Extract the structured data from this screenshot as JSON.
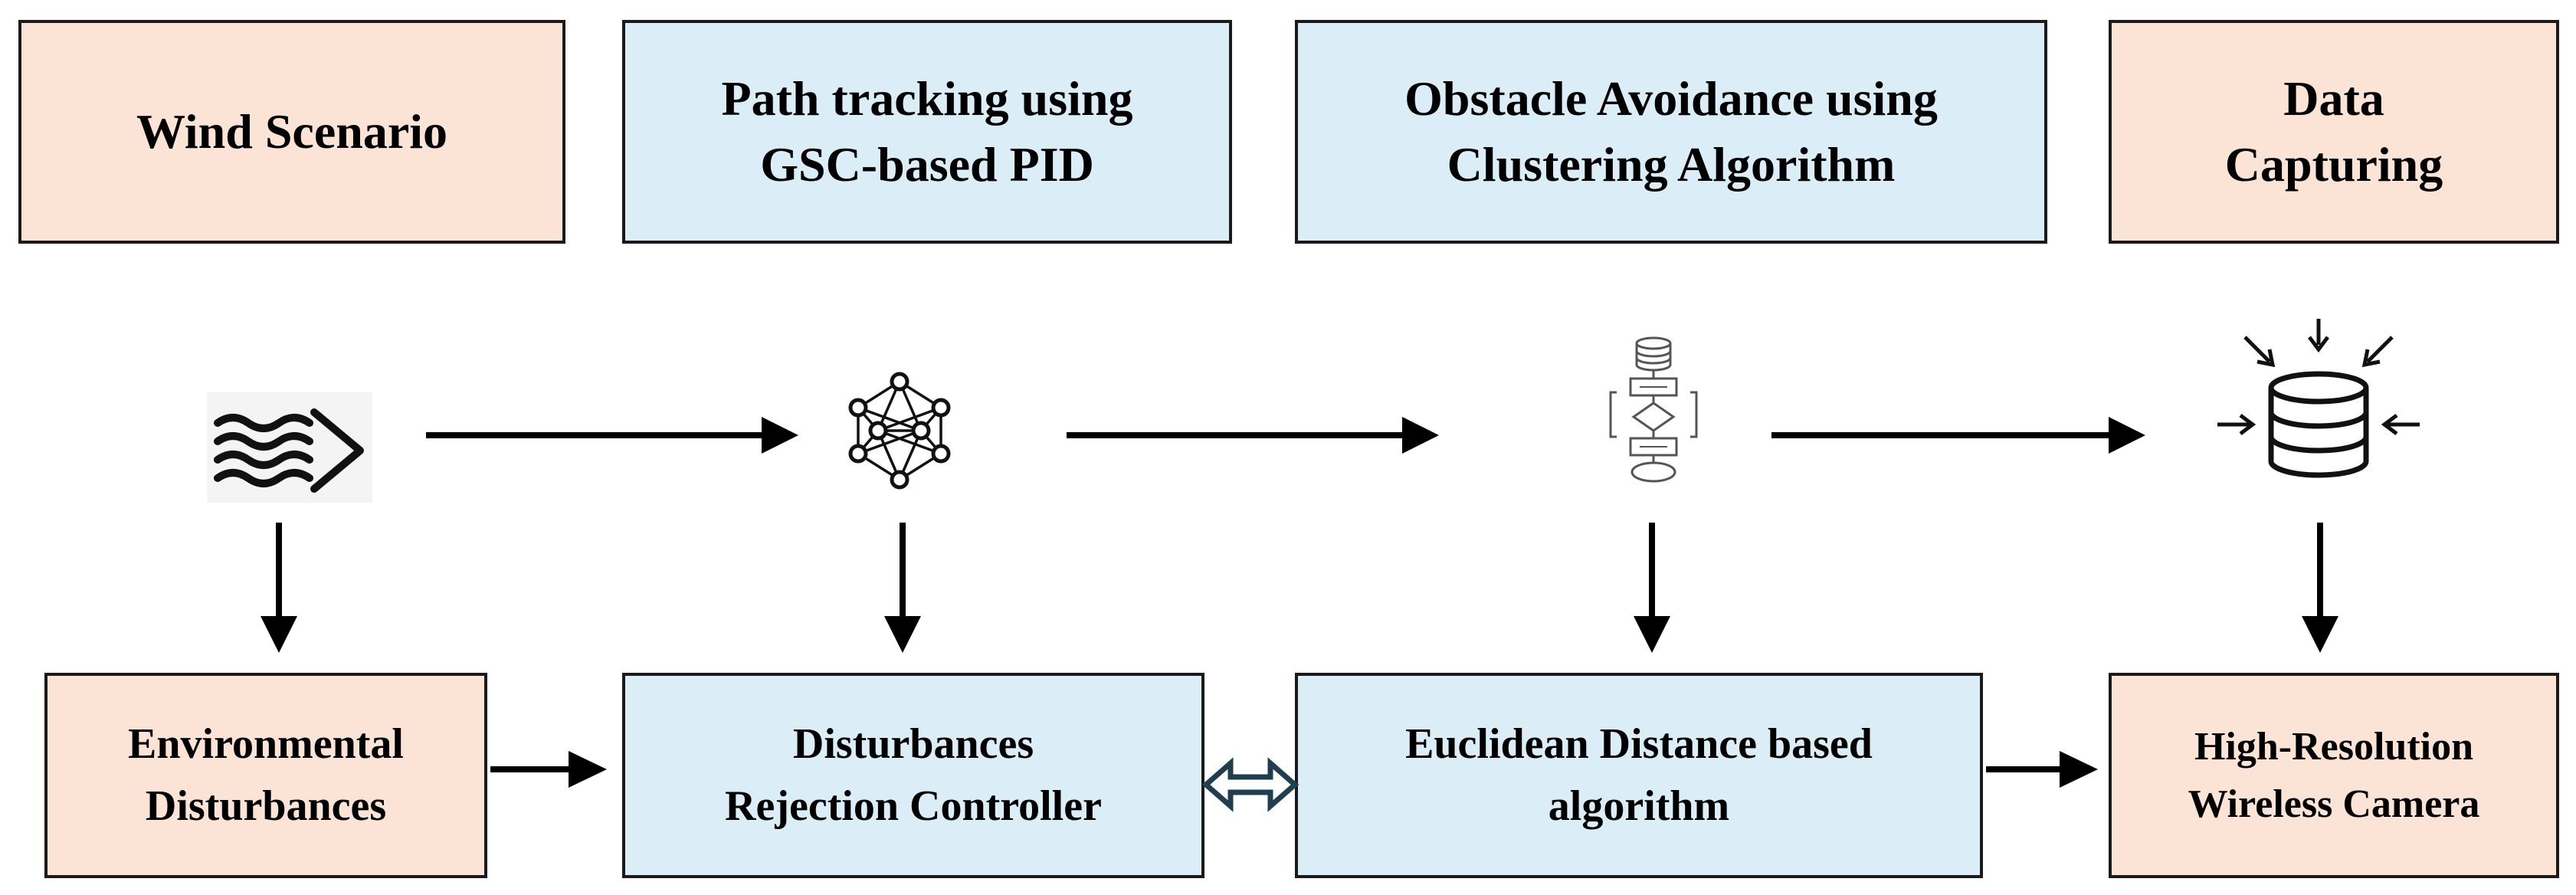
{
  "colors": {
    "peach": "#fbe3d6",
    "blue": "#dbeef8",
    "border": "#1a1a1a",
    "double_arrow": "#1f3f4f"
  },
  "top_row": [
    {
      "lines": [
        "Wind Scenario"
      ]
    },
    {
      "lines": [
        "Path tracking using",
        "GSC-based PID"
      ]
    },
    {
      "lines": [
        "Obstacle Avoidance using",
        "Clustering Algorithm"
      ]
    },
    {
      "lines": [
        "Data",
        "Capturing"
      ]
    }
  ],
  "bottom_row": [
    {
      "lines": [
        "Environmental",
        "Disturbances"
      ]
    },
    {
      "lines": [
        "Disturbances",
        "Rejection Controller"
      ]
    },
    {
      "lines": [
        "Euclidean Distance based",
        "algorithm"
      ]
    },
    {
      "lines": [
        "High-Resolution",
        "Wireless Camera"
      ]
    }
  ],
  "icons": [
    "wind-icon",
    "neural-network-icon",
    "flowchart-icon",
    "data-collection-icon"
  ]
}
